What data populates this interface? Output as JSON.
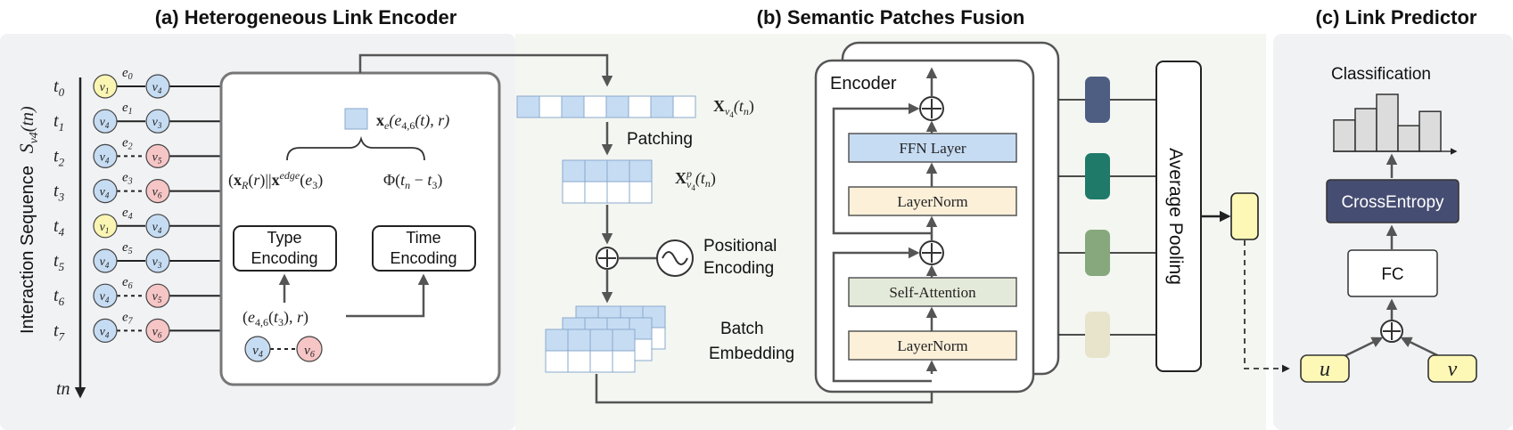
{
  "sections": {
    "a_title": "(a) Heterogeneous Link Encoder",
    "b_title": "(b) Semantic Patches Fusion",
    "c_title": "(c) Link Predictor"
  },
  "encoder_a": {
    "axis_label": "Interaction Sequence",
    "axis_symbol": "S",
    "axis_symbol_sub": "v4",
    "axis_symbol_arg": "(tn)",
    "axis_end": "tn",
    "timesteps": [
      "t0",
      "t1",
      "t2",
      "t3",
      "t4",
      "t5",
      "t6",
      "t7"
    ],
    "interactions": [
      {
        "edge": "e0",
        "src": "v1",
        "dst": "v4",
        "dashed": false
      },
      {
        "edge": "e1",
        "src": "v4",
        "dst": "v3",
        "dashed": false
      },
      {
        "edge": "e2",
        "src": "v4",
        "dst": "v5",
        "dashed": true
      },
      {
        "edge": "e3",
        "src": "v4",
        "dst": "v6",
        "dashed": true
      },
      {
        "edge": "e4",
        "src": "v1",
        "dst": "v4",
        "dashed": false
      },
      {
        "edge": "e5",
        "src": "v4",
        "dst": "v3",
        "dashed": false
      },
      {
        "edge": "e6",
        "src": "v4",
        "dst": "v5",
        "dashed": true
      },
      {
        "edge": "e7",
        "src": "v4",
        "dst": "v6",
        "dashed": true
      }
    ],
    "node_colors": {
      "v1": "#fbf5b4",
      "v3": "#c6dcf3",
      "v4": "#c6dcf3",
      "v5": "#f6c5c5",
      "v6": "#f6c5c5"
    },
    "edge_feature_label": "x_e(e_{4,6}(t), r)",
    "type_formula": "(x_R(r)||x^edge(e3)",
    "time_formula": "Φ(tn − t3)",
    "type_box": [
      "Type",
      "Encoding"
    ],
    "time_box": [
      "Time",
      "Encoding"
    ],
    "input_formula": "(e4,6(t3), r)",
    "bottom_pair": {
      "src": "v4",
      "dst": "v6"
    }
  },
  "fusion_b": {
    "seq_label": "X_v4(tn)",
    "patching_label": "Patching",
    "patch_label": "X^p_v4(tn)",
    "positional": [
      "Positional",
      "Encoding"
    ],
    "batch": [
      "Batch",
      "Embedding"
    ],
    "encoder_title": "Encoder",
    "layers": {
      "ffn": "FFN Layer",
      "ln_top": "LayerNorm",
      "self_attention": "Self-Attention",
      "ln_bottom": "LayerNorm"
    },
    "token_colors": [
      "#4d5e82",
      "#1f7a6a",
      "#86a87c",
      "#e8e3cb"
    ],
    "pooling": "Average Pooling"
  },
  "predictor_c": {
    "classification": "Classification",
    "histogram_values": [
      0.55,
      0.75,
      1.0,
      0.45,
      0.7
    ],
    "cross_entropy": "CrossEntropy",
    "fc": "FC",
    "u": "u",
    "v": "v"
  },
  "colors": {
    "panel_bg": "#f1f2f4",
    "panel_b_bg": "#f4f6f1",
    "blue_cell": "#c6dcf3",
    "ln_fill": "#fcf0d9",
    "sa_fill": "#e4ead9",
    "ce_fill": "#464d72",
    "yellow": "#fdf8b6"
  }
}
